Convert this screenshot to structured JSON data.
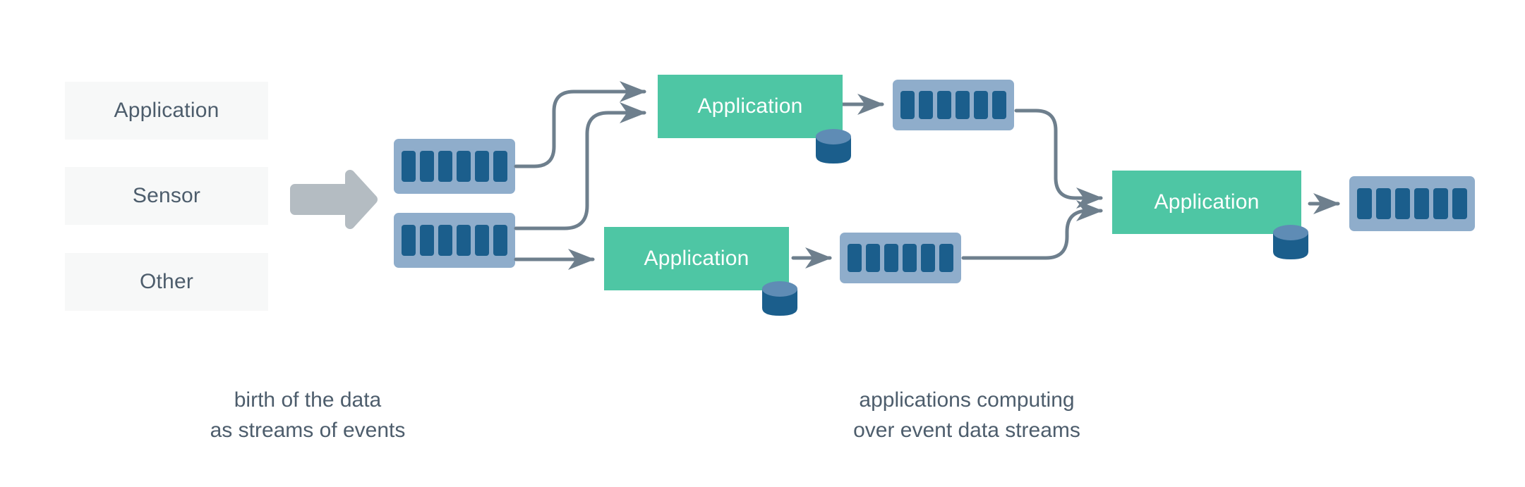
{
  "title": "event streaming architecture diagram",
  "colors": {
    "background": "#ffffff",
    "source_box_bg": "#f7f8f8",
    "text_dark": "#4d5d6c",
    "app_green": "#4ec6a4",
    "app_text": "#ffffff",
    "stream_outer_blue": "#8fadcb",
    "stream_bar_blue": "#1b5e8c",
    "db_body_blue": "#1b5e8c",
    "db_top_blue": "#5f8cb5",
    "connector_gray": "#6e7f8d",
    "big_arrow_gray": "#b4bcc2"
  },
  "sources": {
    "items": [
      {
        "label": "Application"
      },
      {
        "label": "Sensor"
      },
      {
        "label": "Other"
      }
    ]
  },
  "big_arrow": {
    "name": "ingest-arrow"
  },
  "streams": [
    {
      "id": "stream-source-top",
      "bars": 6
    },
    {
      "id": "stream-source-bottom",
      "bars": 6
    },
    {
      "id": "stream-app1-output",
      "bars": 6
    },
    {
      "id": "stream-app2-output",
      "bars": 6
    },
    {
      "id": "stream-app3-output",
      "bars": 6
    }
  ],
  "applications": [
    {
      "id": "application-top",
      "label": "Application",
      "has_database": true
    },
    {
      "id": "application-bottom",
      "label": "Application",
      "has_database": true
    },
    {
      "id": "application-final",
      "label": "Application",
      "has_database": true
    }
  ],
  "captions": [
    {
      "id": "caption-left",
      "text": "birth of the data\nas streams of events"
    },
    {
      "id": "caption-right",
      "text": "applications computing\nover event data streams"
    }
  ]
}
